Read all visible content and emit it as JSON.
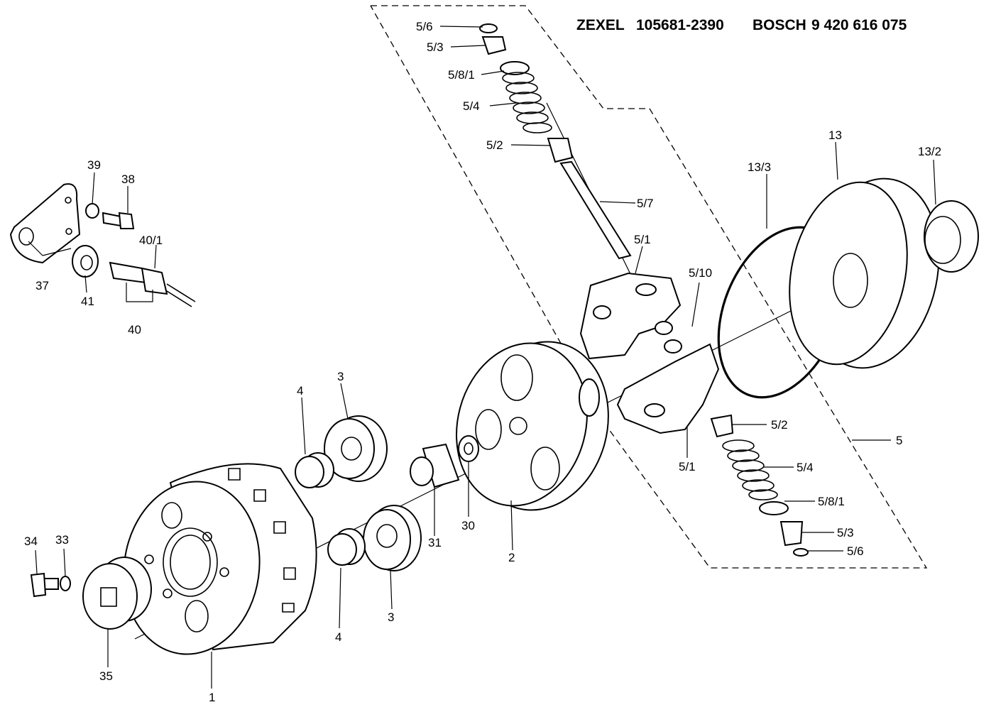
{
  "header": {
    "maker_1": "ZEXEL",
    "part_no_1": "105681-2390",
    "maker_2": "BOSCH",
    "part_no_2": "9 420 616 075"
  },
  "callouts": {
    "p5_6_top": "5/6",
    "p5_3_top": "5/3",
    "p5_8_1_top": "5/8/1",
    "p5_4_top": "5/4",
    "p5_2_top": "5/2",
    "p5_7": "5/7",
    "p5_1_top": "5/1",
    "p5_10": "5/10",
    "p13_3": "13/3",
    "p13": "13",
    "p13_2": "13/2",
    "p5": "5",
    "p5_2_bot": "5/2",
    "p5_4_bot": "5/4",
    "p5_1_bot": "5/1",
    "p5_8_1_bot": "5/8/1",
    "p5_3_bot": "5/3",
    "p5_6_bot": "5/6",
    "p39": "39",
    "p38": "38",
    "p40_1": "40/1",
    "p37": "37",
    "p41": "41",
    "p40": "40",
    "p4_top": "4",
    "p3_top": "3",
    "p31": "31",
    "p30": "30",
    "p2": "2",
    "p4_bot": "4",
    "p3_bot": "3",
    "p34": "34",
    "p33": "33",
    "p35": "35",
    "p1": "1"
  }
}
